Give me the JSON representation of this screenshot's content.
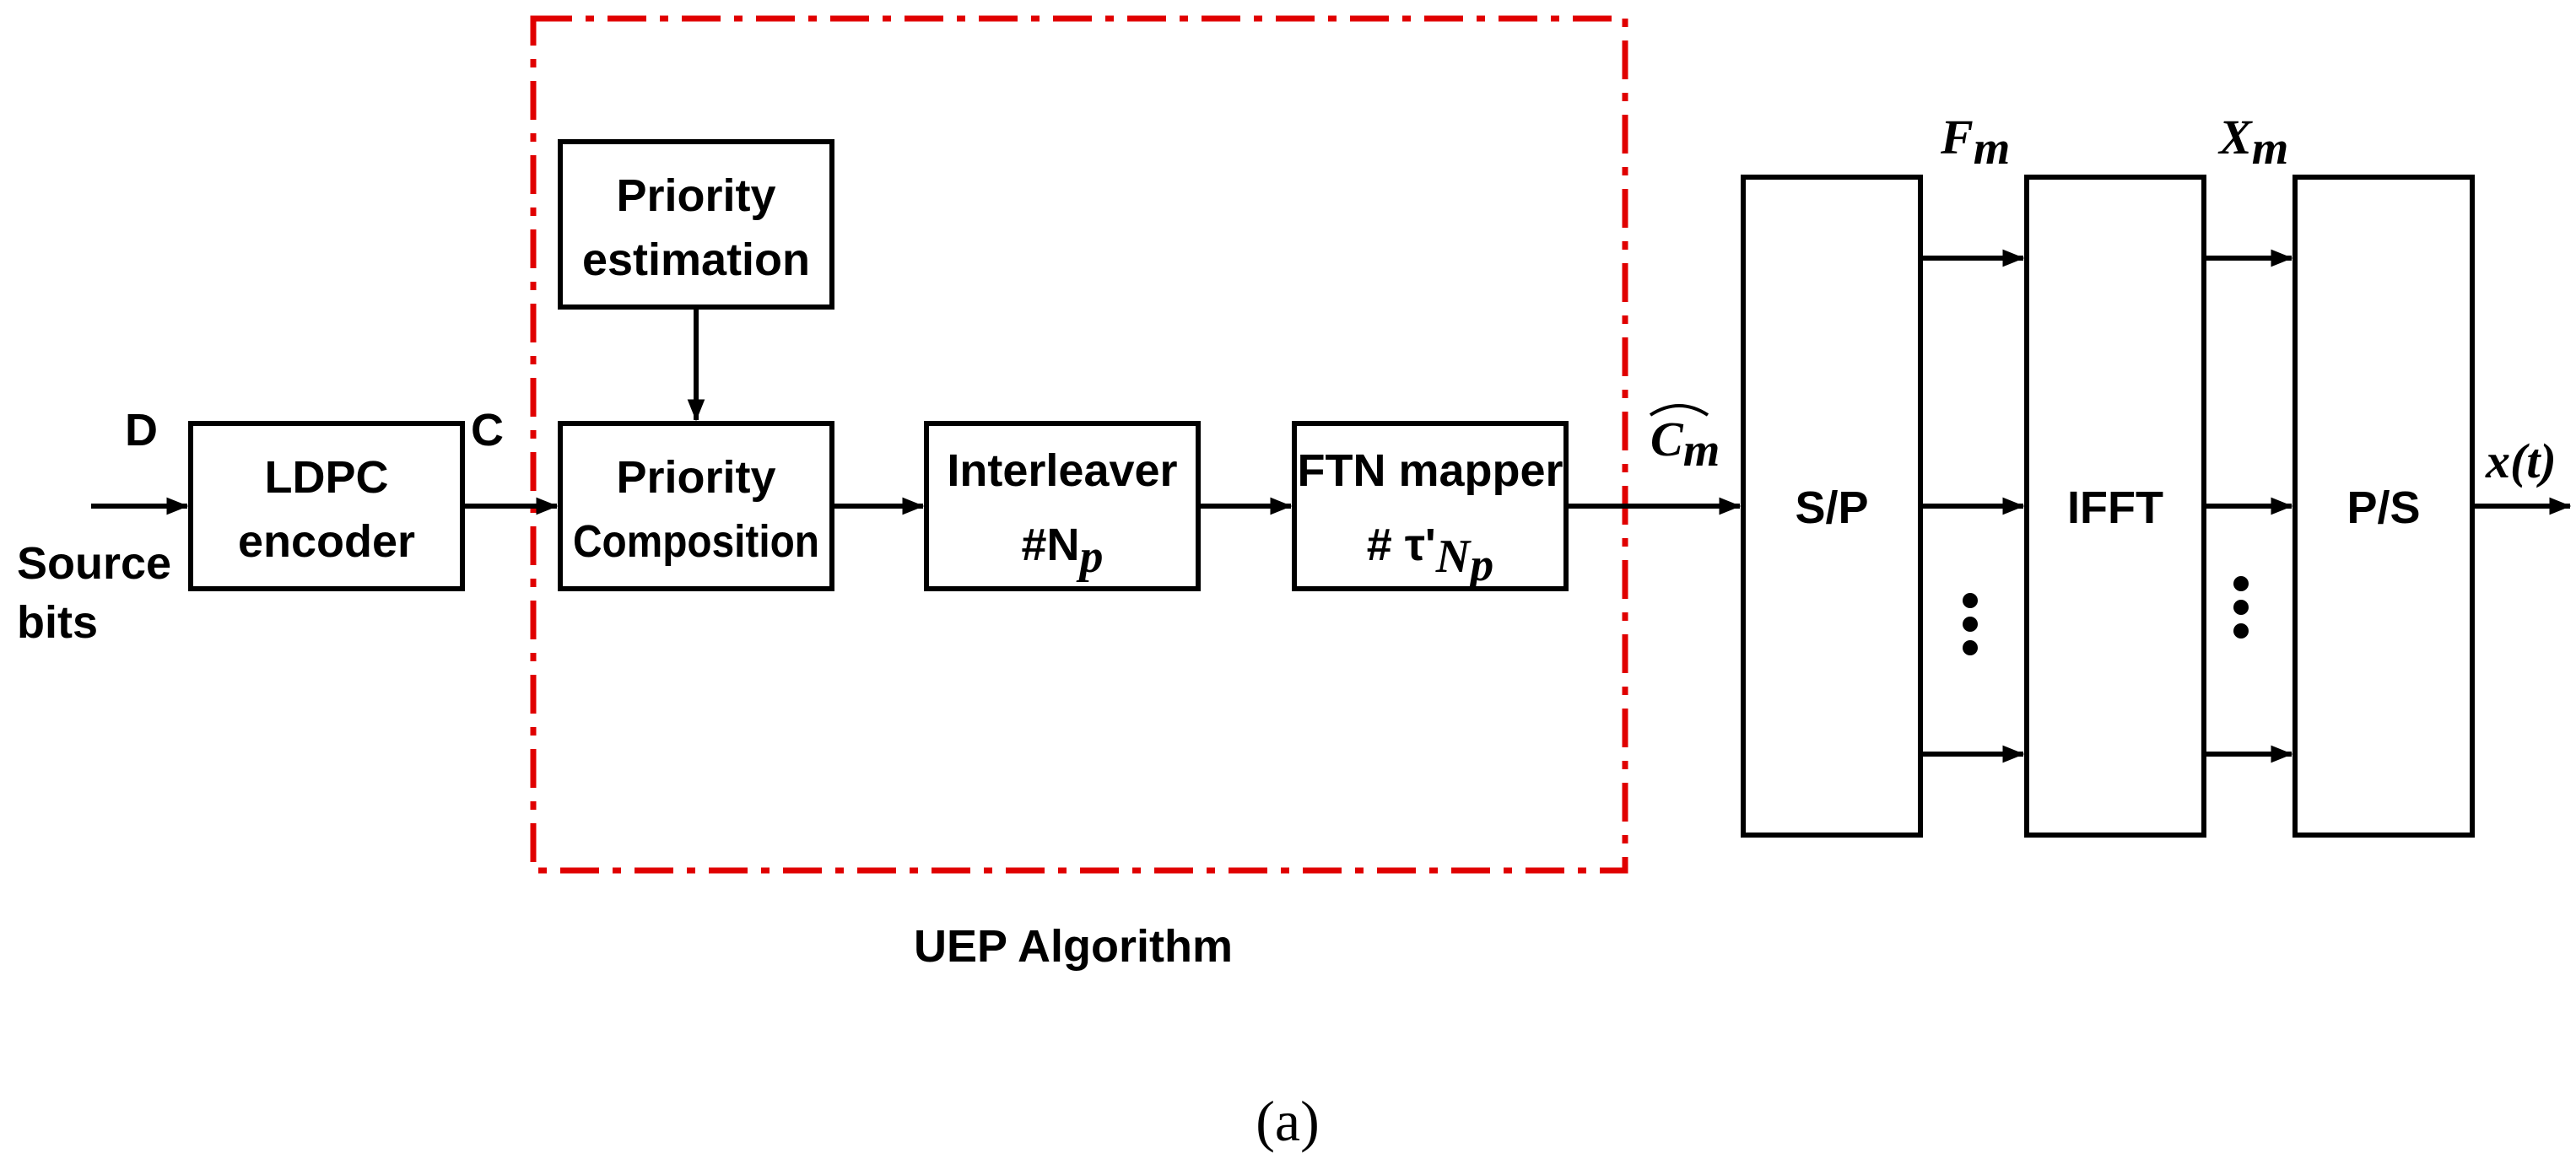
{
  "diagram": {
    "inputs": {
      "source_label": "Source bits",
      "d_label": "D",
      "c_label": "C"
    },
    "blocks": {
      "ldpc": "LDPC encoder",
      "priority_estimation": "Priority estimation",
      "priority_composition": "Priority Composition",
      "interleaver": "Interleaver",
      "interleaver_param": "#N",
      "interleaver_param_sub": "p",
      "ftn": "FTN mapper",
      "ftn_param": "# τ'",
      "ftn_param_sub": "N",
      "ftn_param_subsub": "p",
      "sp": "S/P",
      "ifft": "IFFT",
      "ps": "P/S"
    },
    "signals": {
      "cm_hat": "C",
      "cm_hat_sub": "m",
      "fm": "F",
      "fm_sub": "m",
      "xm": "X",
      "xm_sub": "m",
      "xt": "x(t)"
    },
    "region_label": "UEP Algorithm",
    "region_color": "#e00000",
    "caption": "(a)"
  }
}
